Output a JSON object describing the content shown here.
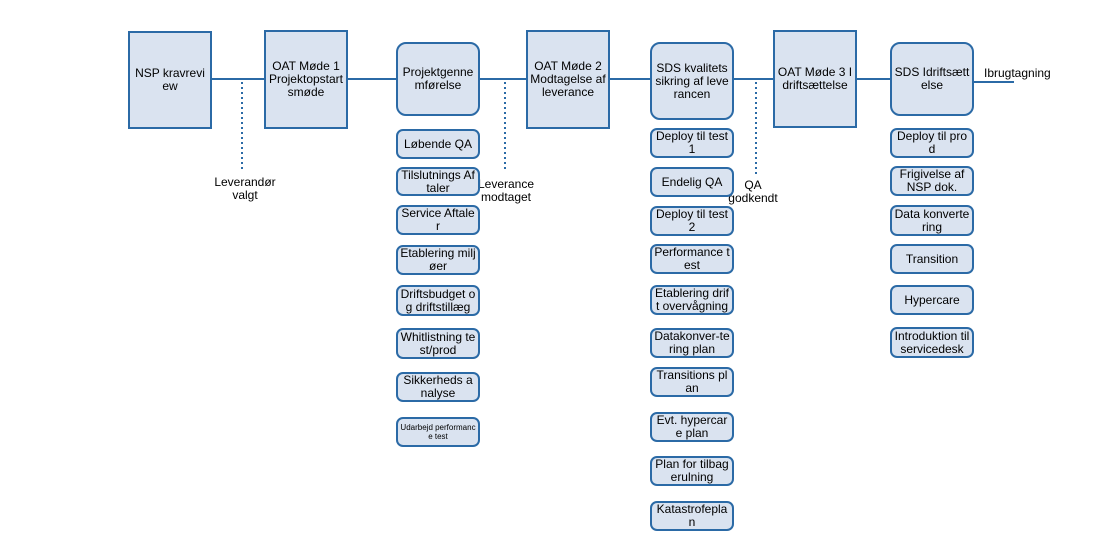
{
  "flow": {
    "nsp_krav": "NSP kravreview",
    "oat1": "OAT Møde 1 Projektopstartsmøde",
    "projekt": "Projektgennemførelse",
    "oat2": "OAT Møde 2 Modtagelse af leverance",
    "sds_kval": "SDS kvalitetssikring af leverancen",
    "oat3": "OAT Møde 3 Idriftsættelse",
    "sds_idrift": "SDS Idriftsættelse",
    "ibrug": "Ibrugtagning"
  },
  "milestones": {
    "leverandor": "Leverandør\nvalgt",
    "leverance": "Leverance\nmodtaget",
    "qa": "QA\ngodkendt"
  },
  "projekt_tasks": [
    "Løbende QA",
    "Tilslutnings Aftaler",
    "Service Aftaler",
    "Etablering miljøer",
    "Driftsbudget og driftstillæg",
    "Whitlistning test/prod",
    "Sikkerheds analyse",
    "Udarbejd performance test"
  ],
  "sds_kval_tasks": [
    "Deploy til test1",
    "Endelig QA",
    "Deploy til test2",
    "Performance test",
    "Etablering drift overvågning",
    "Datakonver-tering plan",
    "Transitions plan",
    "Evt. hypercare plan",
    "Plan for tilbagerulning",
    "Katastrofeplan"
  ],
  "sds_idrift_tasks": [
    "Deploy til prod",
    "Frigivelse af NSP dok.",
    "Data konvertering",
    "Transition",
    "Hypercare",
    "Introduktion til servicedesk"
  ]
}
